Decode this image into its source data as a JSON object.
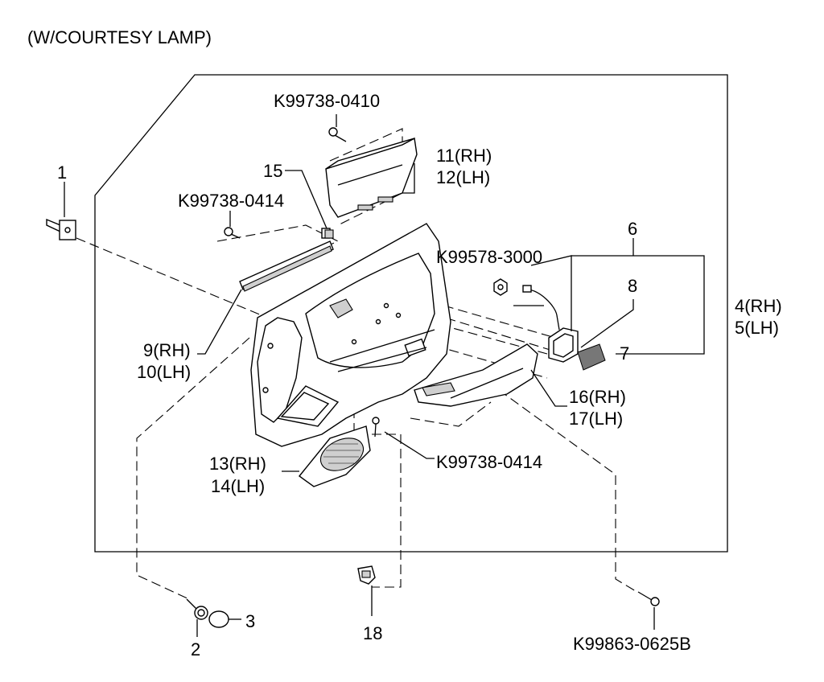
{
  "title": "(W/COURTESY LAMP)",
  "labels": {
    "p1": "1",
    "p2": "2",
    "p3": "3",
    "p4_rh": "4(RH)",
    "p5_lh": "5(LH)",
    "p6": "6",
    "p7": "7",
    "p8": "8",
    "p9_rh": "9(RH)",
    "p10_lh": "10(LH)",
    "p11_rh": "11(RH)",
    "p12_lh": "12(LH)",
    "p13_rh": "13(RH)",
    "p14_lh": "14(LH)",
    "p15": "15",
    "p16_rh": "16(RH)",
    "p17_lh": "17(LH)",
    "p18": "18",
    "screw_top": "K99738-0410",
    "screw_left": "K99738-0414",
    "screw_bottom": "K99738-0414",
    "nut_lamp": "K99578-3000",
    "screw_lower_right": "K99863-0625B"
  }
}
